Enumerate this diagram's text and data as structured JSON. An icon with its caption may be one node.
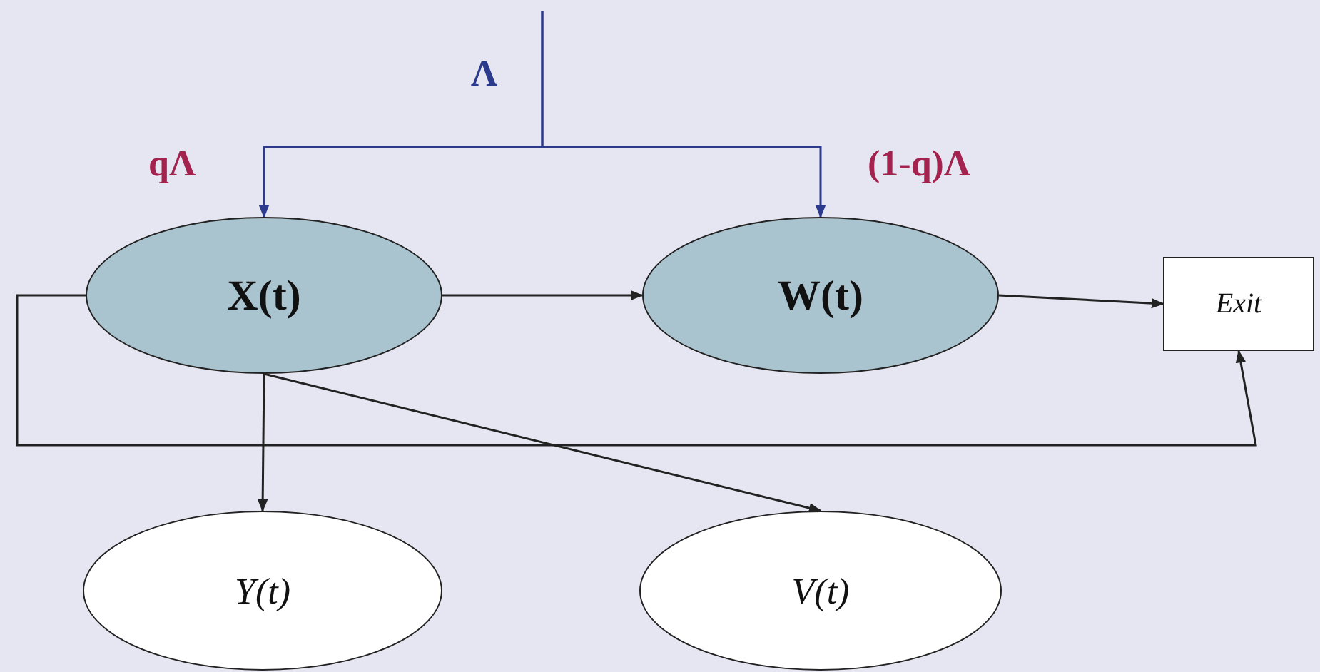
{
  "diagram": {
    "nodes": [
      {
        "text": [
          "X(t)"
        ]
      },
      {
        "text": [
          "W(t)"
        ]
      },
      {
        "text": [
          "Exit"
        ]
      },
      {
        "text": [
          "Y(t)"
        ]
      },
      {
        "text": [
          "V(t)"
        ]
      }
    ],
    "edges": [
      {
        "from": null,
        "to": 0,
        "arrow": "to",
        "label": "qΛ",
        "color": "#2b3a8c"
      },
      {
        "from": null,
        "to": 1,
        "arrow": "to",
        "label": "(1-q)Λ",
        "color": "#2b3a8c"
      },
      {
        "from": 0,
        "to": 1,
        "arrow": "to"
      },
      {
        "from": 1,
        "to": 2,
        "arrow": "to"
      },
      {
        "from": 0,
        "to": 2,
        "arrow": "to"
      },
      {
        "from": 0,
        "to": 3,
        "arrow": "to"
      },
      {
        "from": 0,
        "to": 4,
        "arrow": "to"
      }
    ],
    "labels": [
      "Λ"
    ]
  }
}
